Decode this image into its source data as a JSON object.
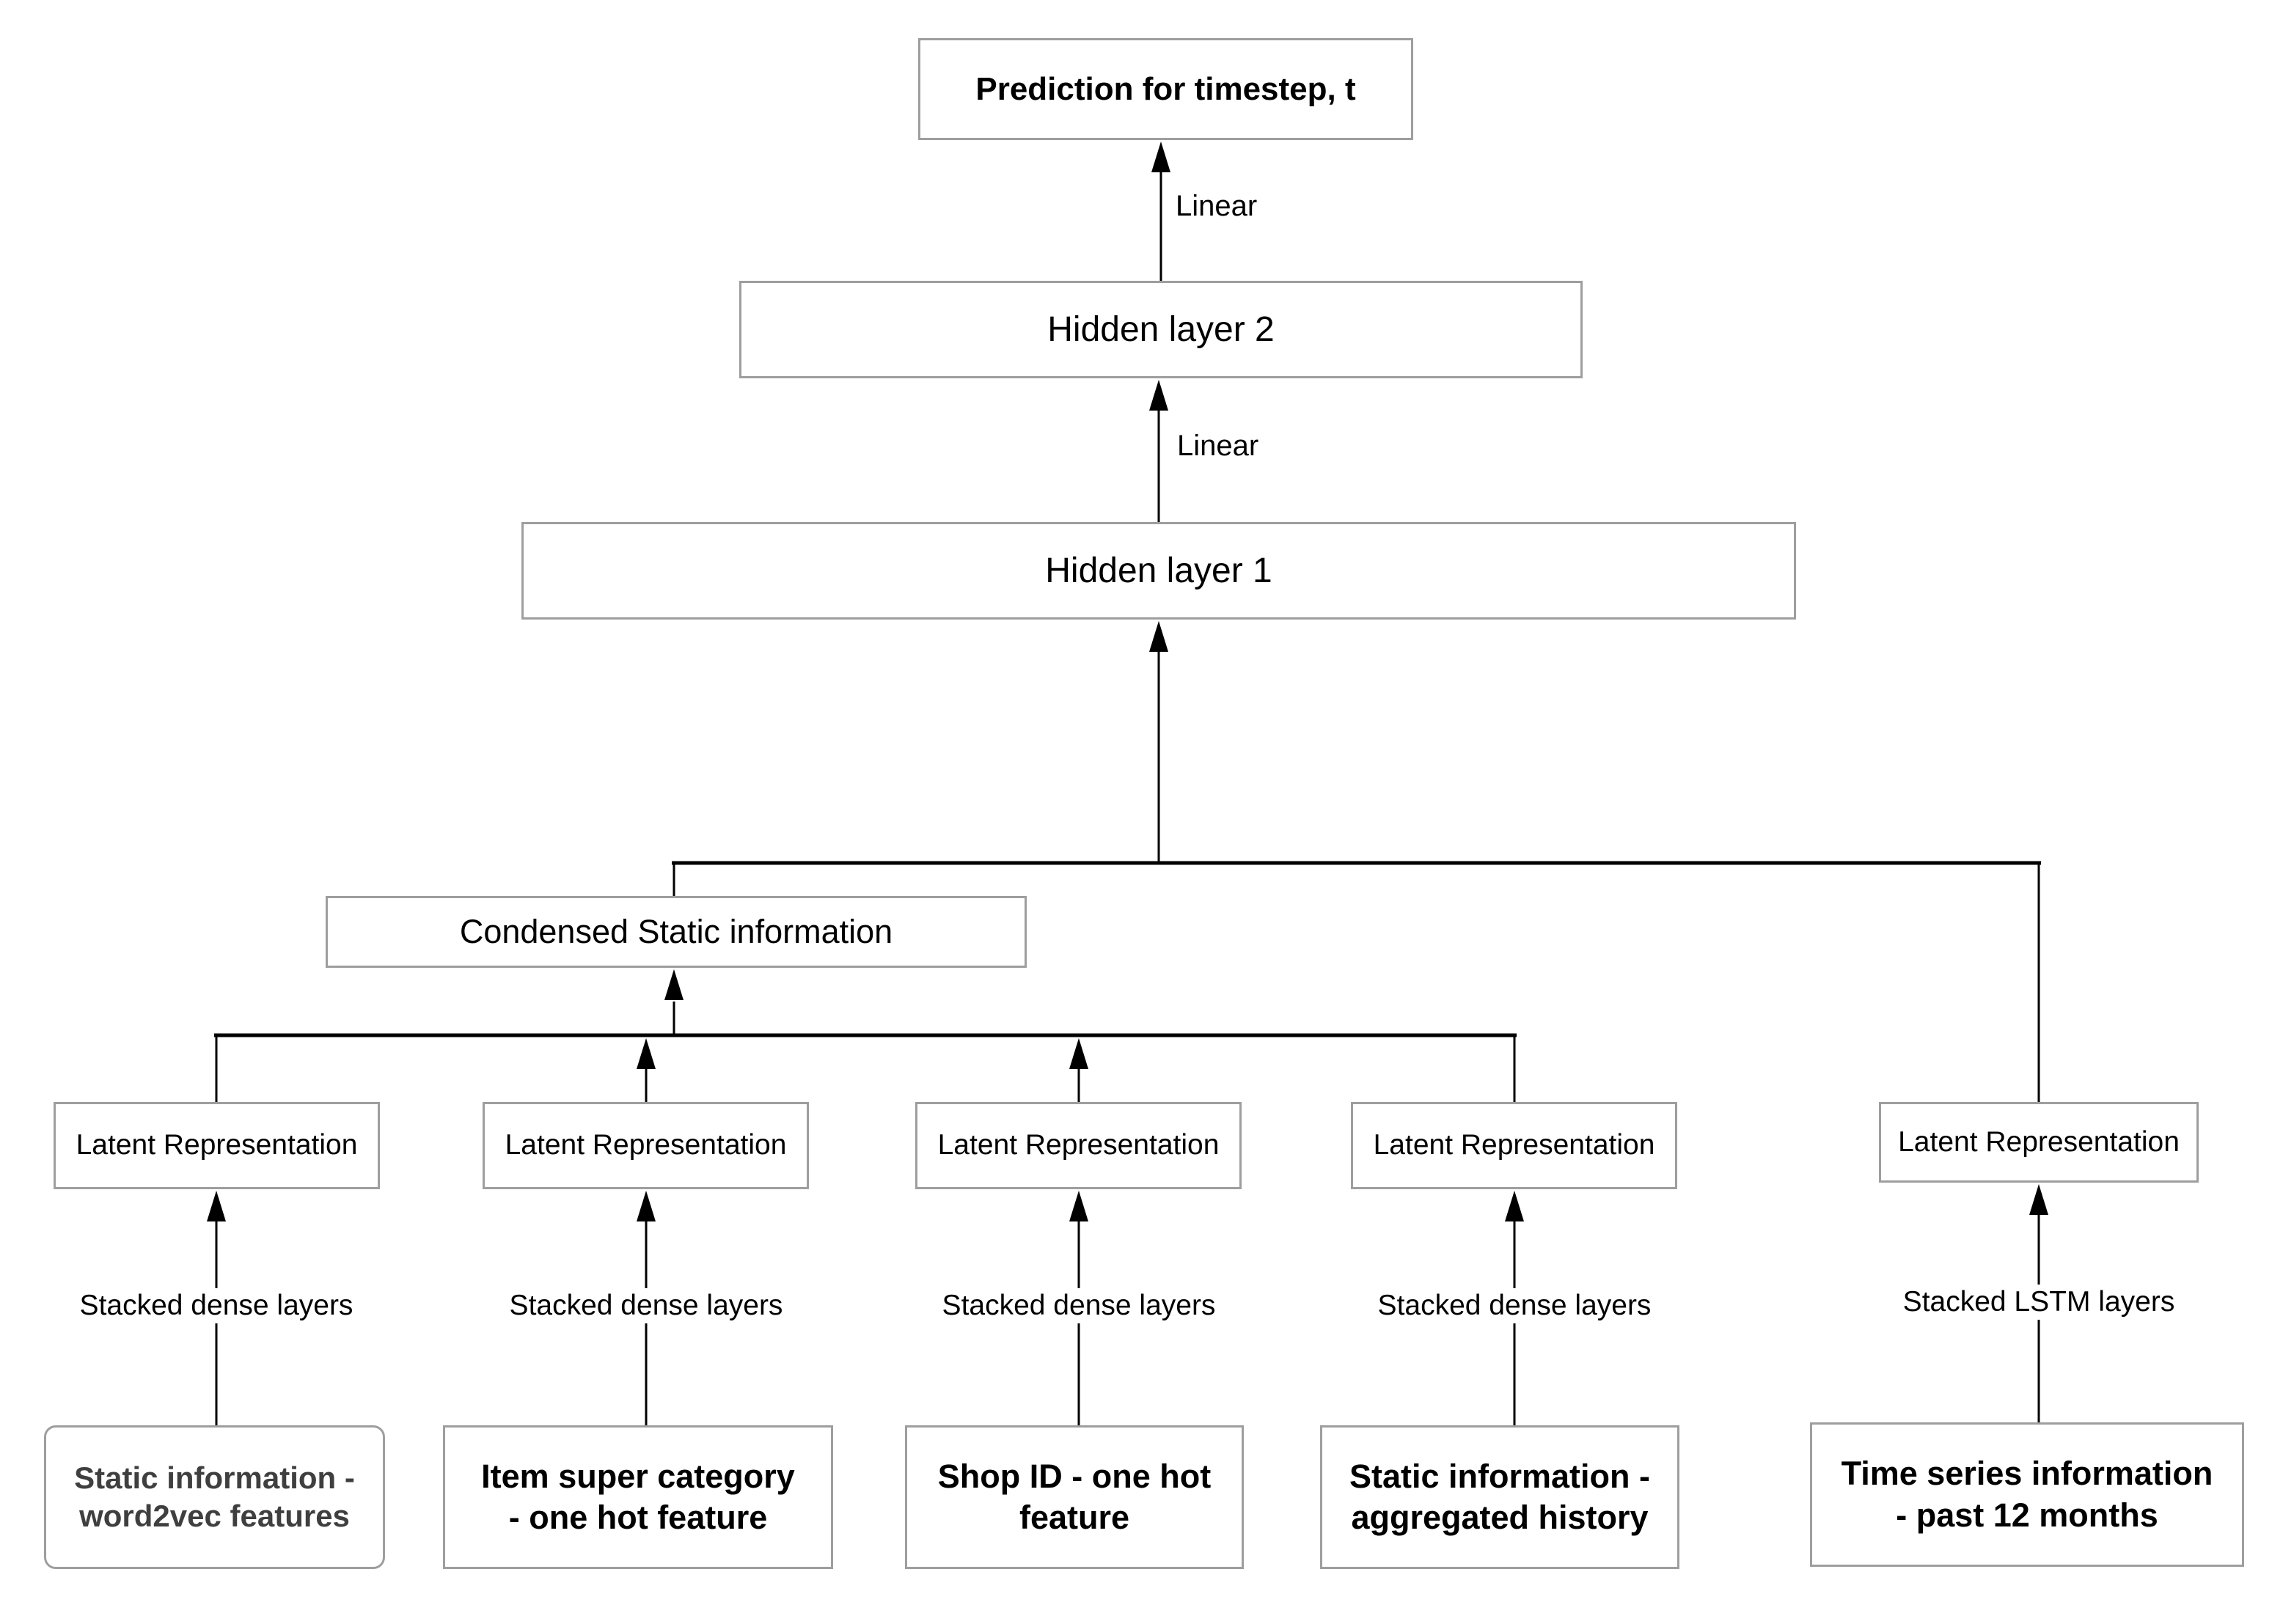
{
  "diagram": {
    "title": "Model architecture flowchart",
    "nodes": {
      "prediction": "Prediction for timestep, t",
      "hidden2": "Hidden layer 2",
      "hidden1": "Hidden layer 1",
      "condensed": "Condensed Static information",
      "latent": [
        "Latent Representation",
        "Latent Representation",
        "Latent Representation",
        "Latent Representation",
        "Latent Representation"
      ],
      "inputs": [
        [
          "Static information -",
          "word2vec features"
        ],
        [
          "Item super category",
          "- one hot feature"
        ],
        [
          "Shop ID - one hot",
          "feature"
        ],
        [
          "Static information -",
          "aggregated history"
        ],
        [
          "Time series information",
          "- past 12 months"
        ]
      ]
    },
    "edges": {
      "linear": [
        "Linear",
        "Linear"
      ],
      "encoders": [
        "Stacked dense layers",
        "Stacked dense layers",
        "Stacked dense layers",
        "Stacked dense layers",
        "Stacked LSTM layers"
      ]
    },
    "colors": {
      "background": "#ffffff",
      "box_border": "#9e9e9e",
      "box_fill": "#ffffff",
      "connector": "#000000",
      "text": "#000000",
      "input1_text": "#3f3f3f"
    }
  }
}
